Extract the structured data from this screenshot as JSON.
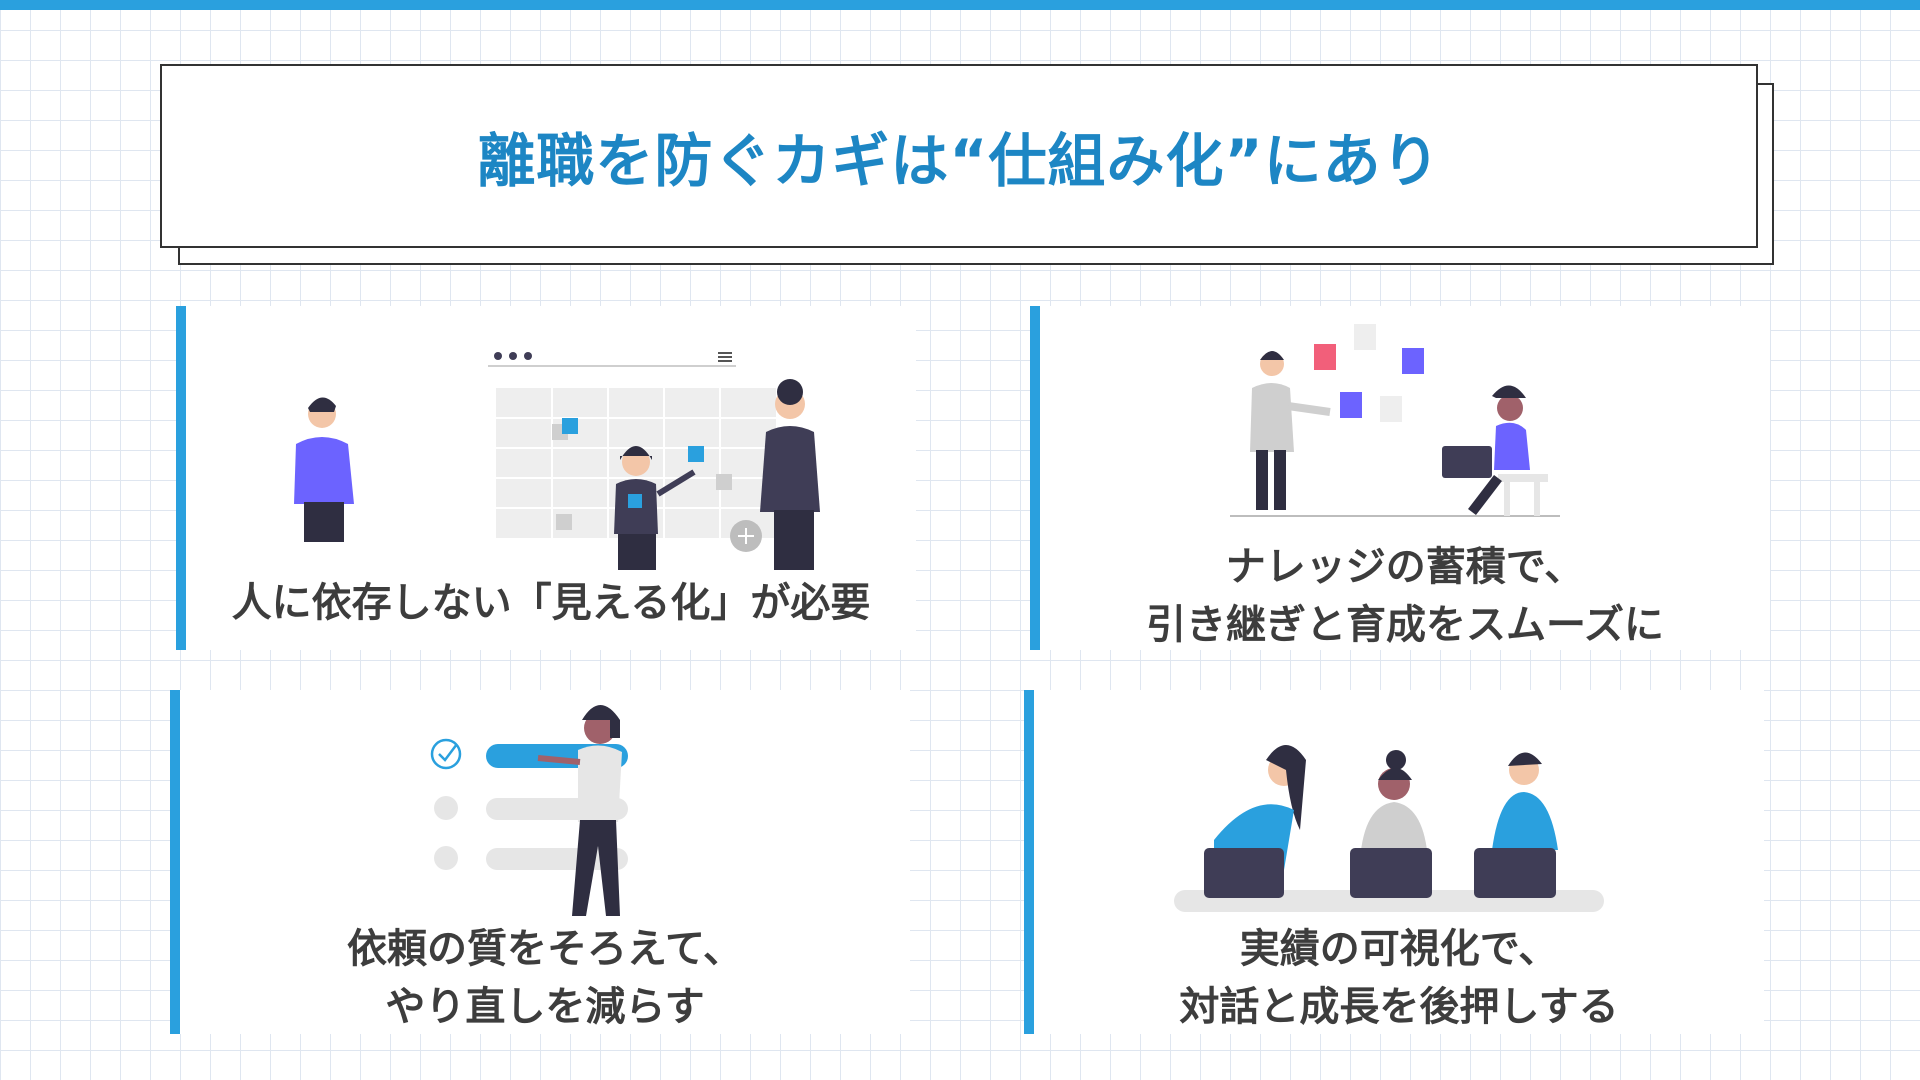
{
  "title": "離職を防ぐカギは“仕組み化”にあり",
  "colors": {
    "accent": "#2aa0de",
    "title": "#1d86c4",
    "text": "#3d3d3d"
  },
  "cards": [
    {
      "lines": [
        "人に依存しない「見える化」が必要"
      ]
    },
    {
      "lines": [
        "ナレッジの蓄積で、",
        "引き継ぎと育成をスムーズに"
      ]
    },
    {
      "lines": [
        "依頼の質をそろえて、",
        "やり直しを減らす"
      ]
    },
    {
      "lines": [
        "実績の可視化で、",
        "対話と成長を後押しする"
      ]
    }
  ]
}
